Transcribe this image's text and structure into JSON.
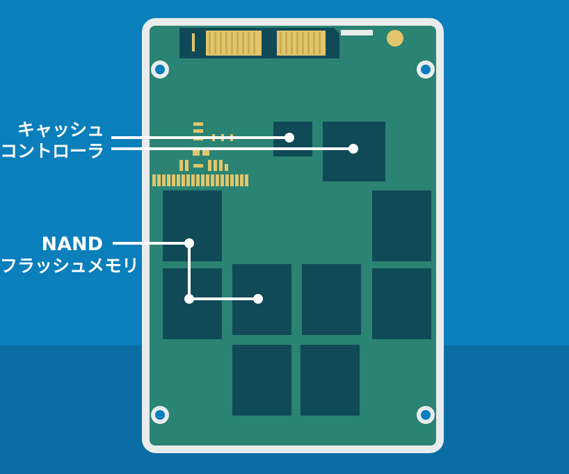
{
  "labels": {
    "cache_line1": "キャッシュ",
    "cache_line2": "コントローラ",
    "nand_line1": "NAND",
    "nand_line2": "フラッシュメモリ"
  },
  "colors": {
    "background": "#0b7fbb",
    "background_lower": "#0a6ea5",
    "case": "#e9ecec",
    "pcb": "#2a8373",
    "chip": "#114a57",
    "gold": "#e2c56a",
    "screw_hole": "#0b7fbb",
    "leader": "#ffffff"
  },
  "icons": [
    "screw-hole-icon",
    "sata-connector-icon",
    "led-indicator-icon"
  ]
}
